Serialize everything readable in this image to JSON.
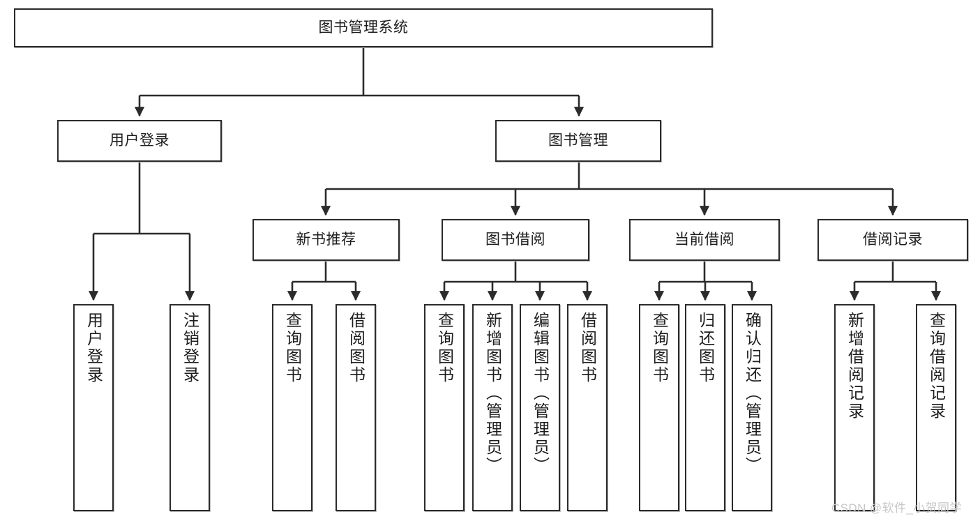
{
  "diagram": {
    "title_node": {
      "id": "root",
      "label": "图书管理系统"
    },
    "level2": [
      {
        "id": "user-login",
        "label": "用户登录"
      },
      {
        "id": "book-manage",
        "label": "图书管理"
      }
    ],
    "level3": [
      {
        "id": "new-book-recommend",
        "label": "新书推荐"
      },
      {
        "id": "book-borrow",
        "label": "图书借阅"
      },
      {
        "id": "current-borrow",
        "label": "当前借阅"
      },
      {
        "id": "borrow-record",
        "label": "借阅记录"
      }
    ],
    "leaves": {
      "user_login": [
        {
          "id": "leaf-user-login",
          "label": "用户登录"
        },
        {
          "id": "leaf-logout-login",
          "label": "注销登录"
        }
      ],
      "new_book_recommend": [
        {
          "id": "leaf-query-book-1",
          "label": "查询图书"
        },
        {
          "id": "leaf-borrow-book-1",
          "label": "借阅图书"
        }
      ],
      "book_borrow": [
        {
          "id": "leaf-query-book-2",
          "label": "查询图书"
        },
        {
          "id": "leaf-add-book",
          "label": "新增图书（管理员）"
        },
        {
          "id": "leaf-edit-book",
          "label": "编辑图书（管理员）"
        },
        {
          "id": "leaf-borrow-book-2",
          "label": "借阅图书"
        }
      ],
      "current_borrow": [
        {
          "id": "leaf-query-book-3",
          "label": "查询图书"
        },
        {
          "id": "leaf-return-book",
          "label": "归还图书"
        },
        {
          "id": "leaf-confirm-return",
          "label": "确认归还（管理员）"
        }
      ],
      "borrow_record": [
        {
          "id": "leaf-add-record",
          "label": "新增借阅记录"
        },
        {
          "id": "leaf-query-record",
          "label": "查询借阅记录"
        }
      ]
    }
  },
  "watermark": {
    "text": "CSDN @软件_小贺同学"
  },
  "colors": {
    "stroke": "#2b2b2b",
    "box_fill": "#ffffff",
    "text": "#1d1d1d",
    "watermark": "#c7c7c7",
    "background": "#ffffff"
  }
}
